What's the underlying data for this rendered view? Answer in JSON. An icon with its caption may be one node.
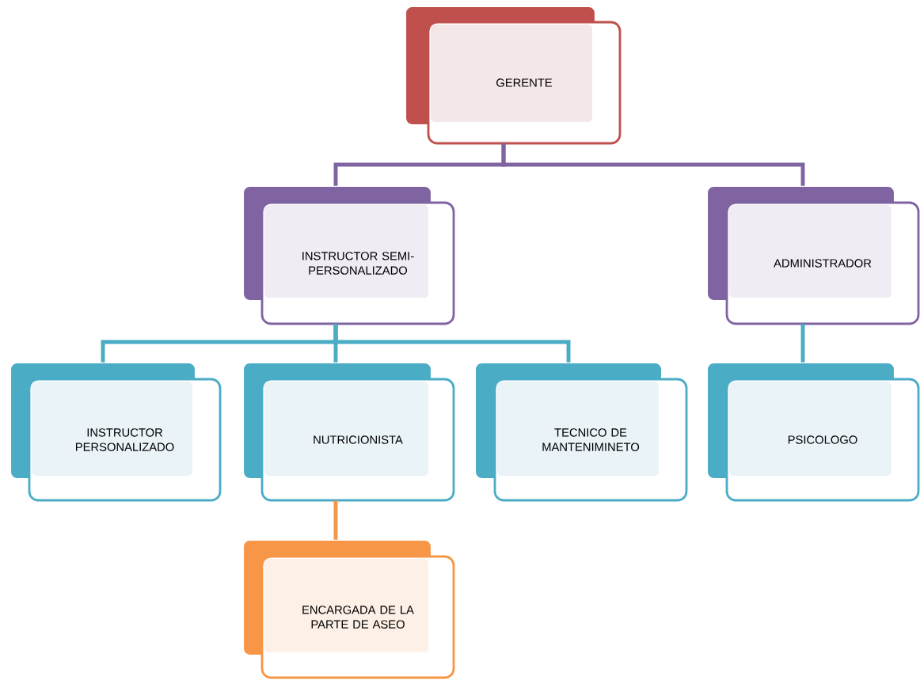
{
  "diagram": {
    "nodes": [
      {
        "text": [
          "GERENTE"
        ]
      },
      {
        "text": [
          "INSTRUCTOR SEMI-PERSONALIZADO"
        ]
      },
      {
        "text": [
          "ADMINISTRADOR"
        ]
      },
      {
        "text": [
          "INSTRUCTOR PERSONALIZADO"
        ]
      },
      {
        "text": [
          "NUTRICIONISTA"
        ]
      },
      {
        "text": [
          "TECNICO DE MANTENIMINETO"
        ]
      },
      {
        "text": [
          "PSICOLOGO"
        ]
      },
      {
        "text": [
          "ENCARGADA DE LA PARTE DE ASEO"
        ]
      }
    ],
    "edges": [
      {
        "from": 0,
        "to": 1,
        "arrow": "none",
        "color": "#8064a2"
      },
      {
        "from": 0,
        "to": 2,
        "arrow": "none",
        "color": "#8064a2"
      },
      {
        "from": 1,
        "to": 3,
        "arrow": "none"
      },
      {
        "from": 1,
        "to": 4,
        "arrow": "none"
      },
      {
        "from": 1,
        "to": 5,
        "arrow": "none"
      },
      {
        "from": 2,
        "to": 6,
        "arrow": "none"
      },
      {
        "from": 4,
        "to": 7,
        "arrow": "none",
        "color": "#f79646"
      }
    ]
  }
}
